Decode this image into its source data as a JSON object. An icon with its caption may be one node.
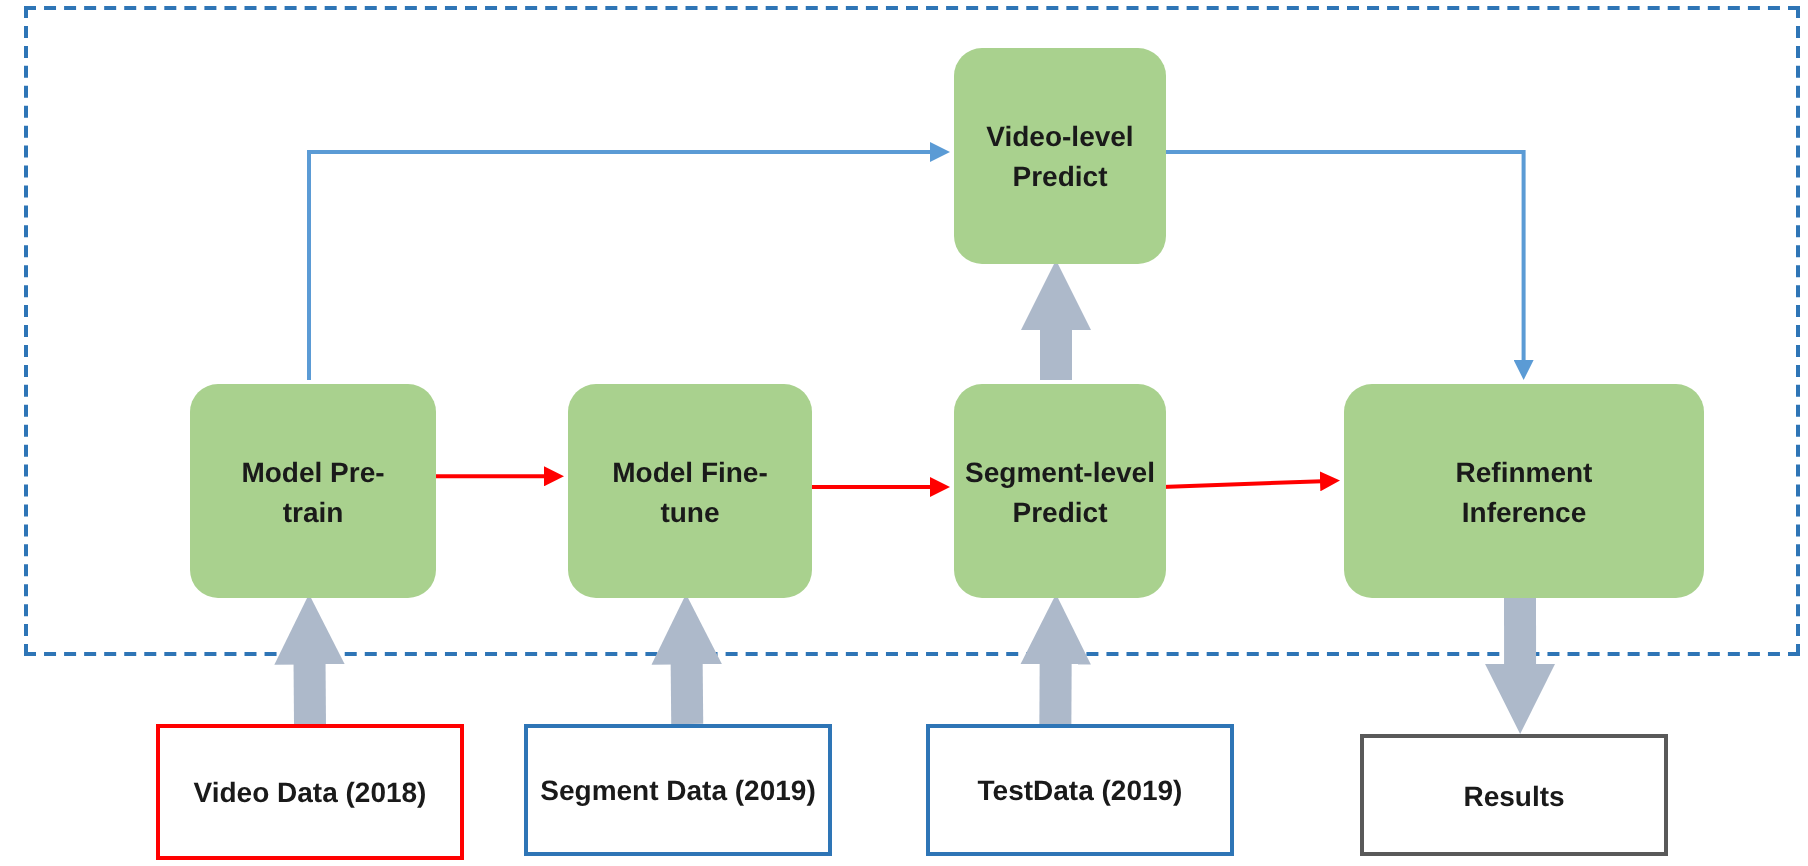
{
  "diagram": {
    "nodes": [
      {
        "text": [],
        "shape": "box"
      },
      {
        "text": [
          "Video-level Predict"
        ],
        "in": 0
      },
      {
        "text": [
          "Model Pre-train"
        ],
        "in": 0
      },
      {
        "text": [
          "Model Fine-tune"
        ],
        "in": 0
      },
      {
        "text": [
          "Segment-level Predict"
        ],
        "in": 0
      },
      {
        "text": [
          "Refinment Inference"
        ],
        "in": 0
      },
      {
        "text": [
          "Video Data (2018)"
        ]
      },
      {
        "text": [
          "Segment Data (2019)"
        ]
      },
      {
        "text": [
          "TestData (2019)"
        ]
      },
      {
        "text": [
          "Results"
        ]
      }
    ],
    "edges": [
      {
        "from": 2,
        "to": 1,
        "arrow": "to",
        "color": "#5b9bd5"
      },
      {
        "from": 1,
        "to": 5,
        "arrow": "to",
        "color": "#5b9bd5"
      },
      {
        "from": 2,
        "to": 3,
        "arrow": "to",
        "color": "#ff0000"
      },
      {
        "from": 3,
        "to": 4,
        "arrow": "to",
        "color": "#ff0000"
      },
      {
        "from": 4,
        "to": 5,
        "arrow": "to",
        "color": "#ff0000"
      },
      {
        "from": 4,
        "to": 1,
        "arrow": "to",
        "style": "thick"
      },
      {
        "from": 6,
        "to": 2,
        "arrow": "to",
        "style": "thick"
      },
      {
        "from": 7,
        "to": 3,
        "arrow": "to",
        "style": "thick"
      },
      {
        "from": 8,
        "to": 4,
        "arrow": "to",
        "style": "thick"
      },
      {
        "from": 5,
        "to": 9,
        "arrow": "to",
        "style": "thick"
      }
    ]
  }
}
